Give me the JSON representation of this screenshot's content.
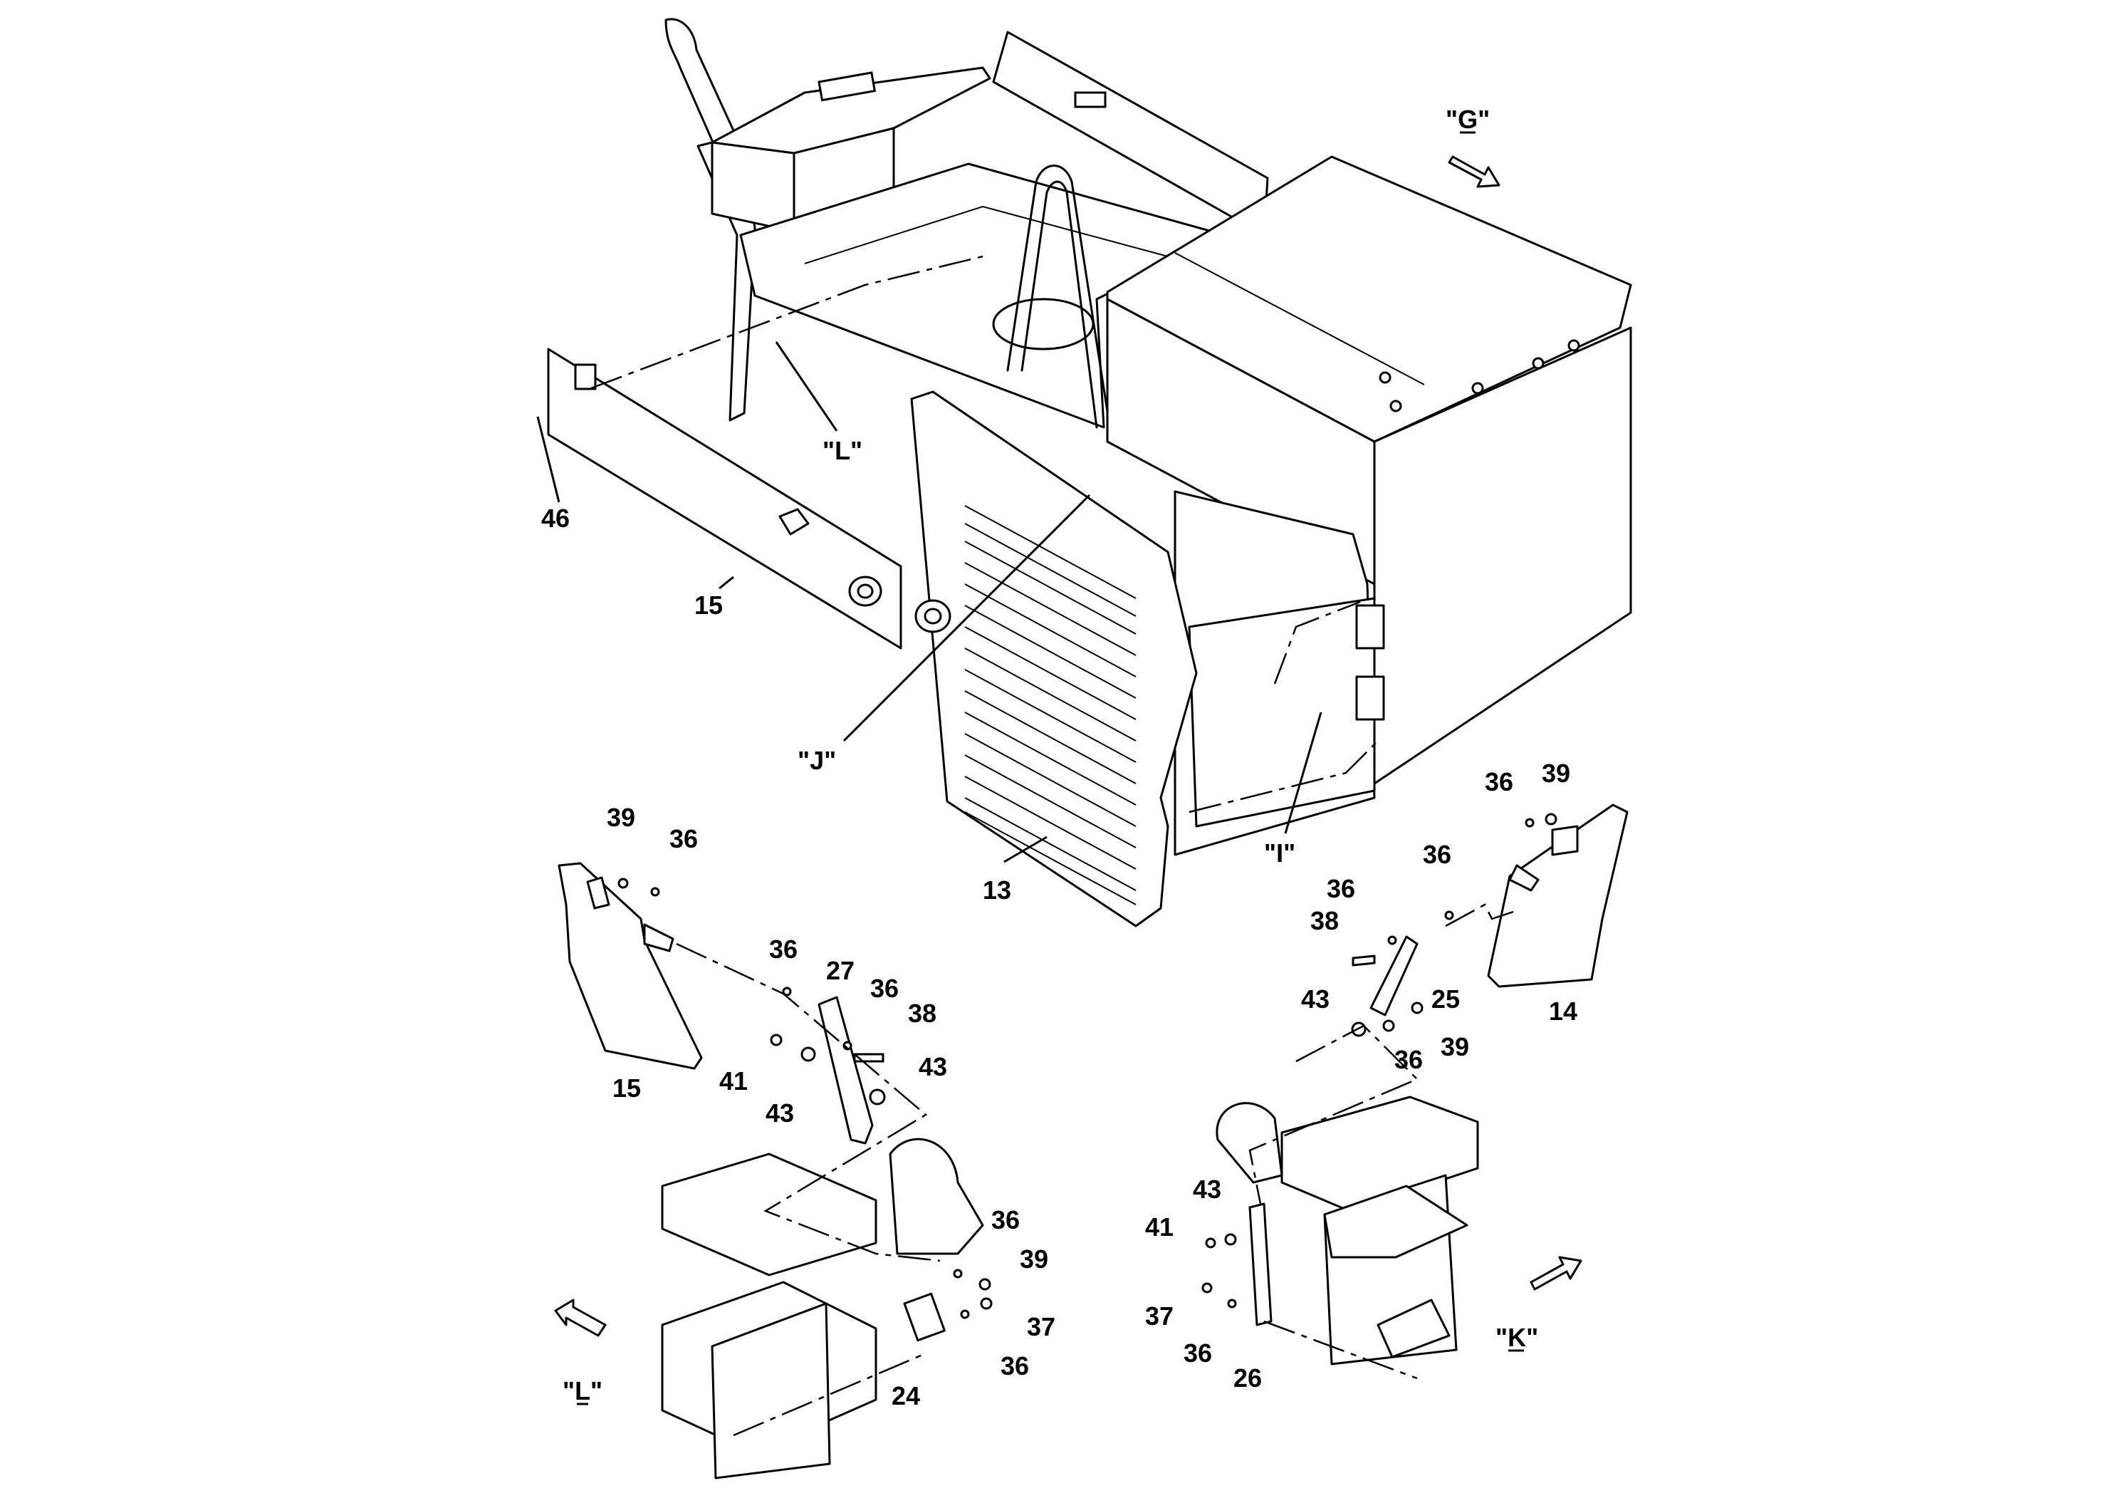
{
  "views": {
    "g": "\"G\"",
    "l_top": "\"L\"",
    "j": "\"J\"",
    "i": "\"I\"",
    "k": "\"K\"",
    "l_bottom": "\"L\""
  },
  "callouts": {
    "c46": "46",
    "c15a": "15",
    "c13": "13",
    "c39a": "39",
    "c36a": "36",
    "c15b": "15",
    "c36b": "36",
    "c27": "27",
    "c36c": "36",
    "c38a": "38",
    "c41a": "41",
    "c43a": "43",
    "c43b": "43",
    "c36d": "36",
    "c39b": "39",
    "c37a": "37",
    "c36e": "36",
    "c24": "24",
    "c36f": "36",
    "c39c": "39",
    "c36g": "36",
    "c36h": "36",
    "c38b": "38",
    "c25": "25",
    "c14": "14",
    "c43c": "43",
    "c36i": "36",
    "c39d": "39",
    "c41b": "41",
    "c43d": "43",
    "c37b": "37",
    "c36j": "36",
    "c26": "26"
  }
}
